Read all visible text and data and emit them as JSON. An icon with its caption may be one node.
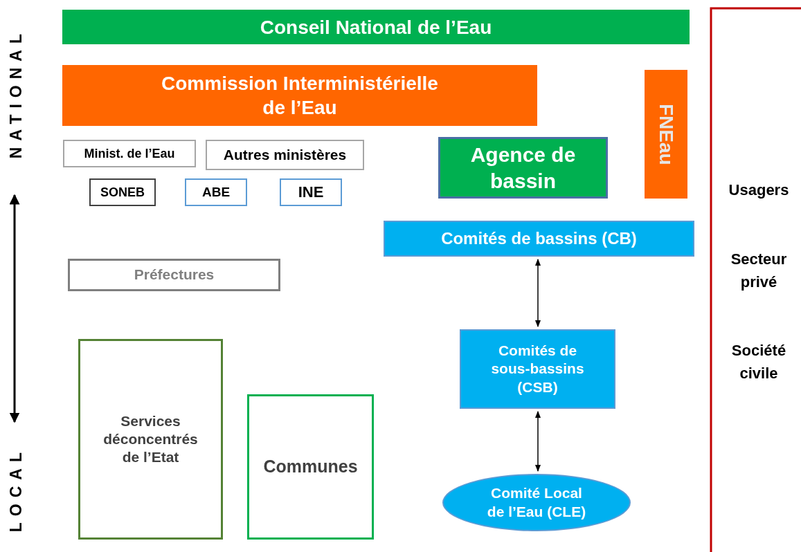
{
  "diagram": {
    "nodes": [
      {
        "text": [
          "Conseil National de l’Eau"
        ]
      },
      {
        "text": [
          "Commission Interministérielle de l’Eau"
        ]
      },
      {
        "text": [
          "FNEau"
        ]
      },
      {
        "text": [
          "Minist. de l’Eau"
        ]
      },
      {
        "text": [
          "Autres ministères"
        ]
      },
      {
        "text": [
          "SONEB"
        ]
      },
      {
        "text": [
          "ABE"
        ]
      },
      {
        "text": [
          "INE"
        ]
      },
      {
        "text": [
          "Agence de bassin"
        ]
      },
      {
        "text": [
          "Comités de bassins (CB)"
        ]
      },
      {
        "text": [
          "Préfectures"
        ]
      },
      {
        "text": [
          "Comités de sous-bassins (CSB)"
        ]
      },
      {
        "text": [
          "Services déconcentrés de l’Etat"
        ]
      },
      {
        "text": [
          "Communes"
        ]
      },
      {
        "text": [
          "Comité Local de l’Eau (CLE)"
        ]
      }
    ],
    "edges": [
      {
        "from": 9,
        "to": 11,
        "arrow": "both"
      },
      {
        "from": 11,
        "to": 14,
        "arrow": "both"
      }
    ],
    "labels": [
      "NATIONAL",
      "LOCAL",
      "Usagers",
      "Secteur privé",
      "Société civile"
    ]
  }
}
